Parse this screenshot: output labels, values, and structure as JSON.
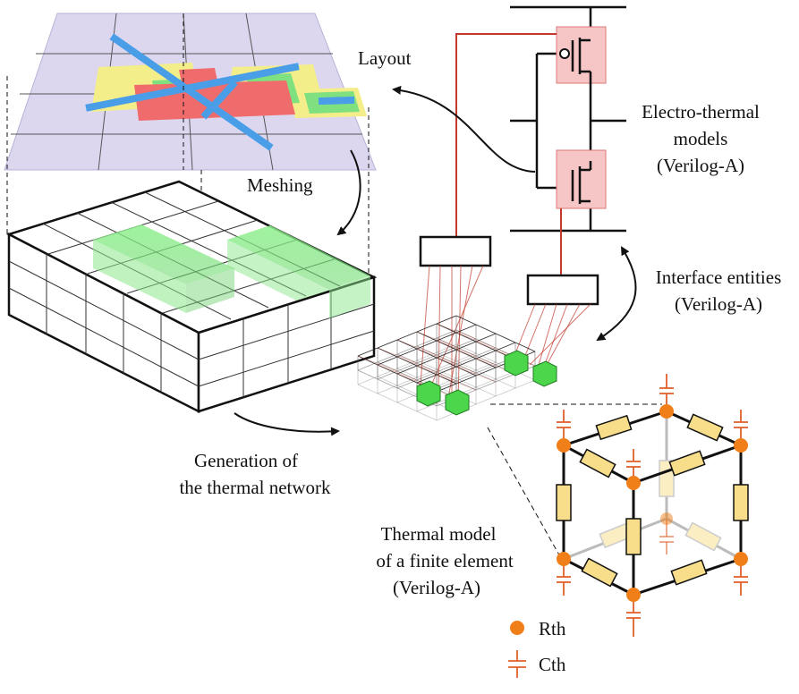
{
  "labels": {
    "layout": "Layout",
    "meshing": "Meshing",
    "electro_thermal": [
      "Electro-thermal",
      "models",
      "(Verilog-A)"
    ],
    "interface": [
      "Interface entities",
      "(Verilog-A)"
    ],
    "generation": [
      "Generation of",
      "the  thermal network"
    ],
    "thermal_model": [
      "Thermal model",
      "of a finite element",
      "(Verilog-A)"
    ]
  },
  "legend": {
    "rth": "Rth",
    "cth": "Cth"
  },
  "colors": {
    "wire": "#c0392b",
    "transistor_fill": "#f6c6c6",
    "node": "#f07f1a",
    "resistor": "#f8de8a",
    "green_block": "#7fe37f",
    "layout_bg": "#dcd7ef",
    "layout_blue": "#4a9ee8",
    "layout_yellow": "#f4ee8a",
    "layout_red": "#f06c6c",
    "layout_green": "#7fe07f",
    "mesh_grid": "#222222"
  }
}
